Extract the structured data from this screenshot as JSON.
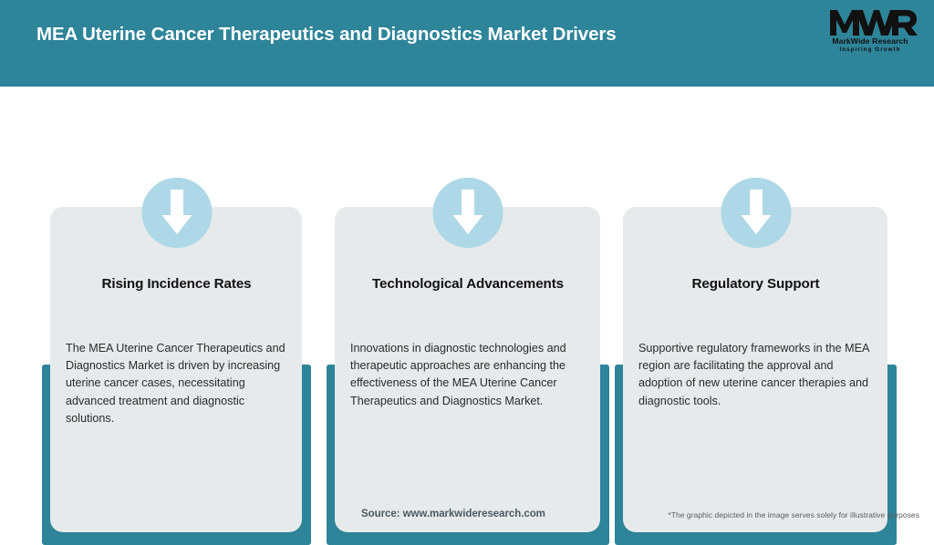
{
  "header": {
    "title": "MEA Uterine Cancer Therapeutics and Diagnostics Market Drivers",
    "background_color": "#2e8499",
    "title_color": "#ffffff"
  },
  "logo": {
    "mark": "MWR",
    "name": "MarkWide Research",
    "tagline": "Inspiring Growth"
  },
  "theme": {
    "teal": "#2e8499",
    "card_background": "#e6eaeb",
    "circle_blue": "#aed8e7",
    "arrow_color": "#ffffff",
    "body_text": "#2b2b2b",
    "title_text": "#111111"
  },
  "cards": [
    {
      "icon": "arrow-down-icon",
      "title": "Rising Incidence Rates",
      "body": "The MEA Uterine Cancer Therapeutics and Diagnostics Market is driven by increasing uterine cancer cases, necessitating advanced treatment and diagnostic solutions."
    },
    {
      "icon": "arrow-down-icon",
      "title": "Technological Advancements",
      "body": "Innovations in diagnostic technologies and therapeutic approaches are enhancing the effectiveness of the MEA Uterine Cancer Therapeutics and Diagnostics Market."
    },
    {
      "icon": "arrow-down-icon",
      "title": "Regulatory Support",
      "body": "Supportive regulatory frameworks in the MEA region are facilitating the approval and adoption of new uterine cancer therapies and diagnostic tools."
    }
  ],
  "footer": {
    "source": "Source: www.markwideresearch.com",
    "disclaimer": "*The graphic depicted in the image serves solely for illustrative purposes"
  }
}
